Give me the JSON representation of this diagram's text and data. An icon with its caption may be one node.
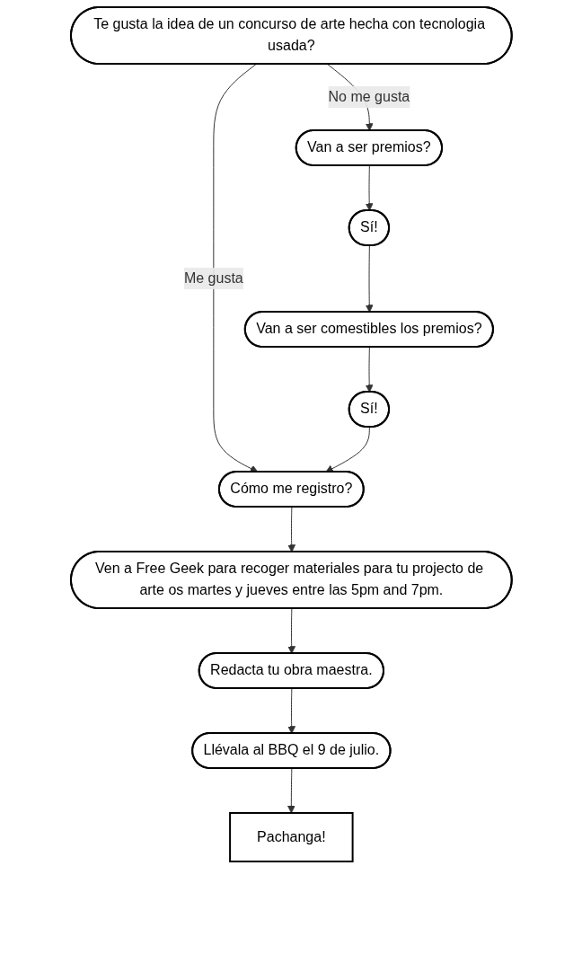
{
  "diagram": {
    "nodes": [
      {
        "text": [
          "Te gusta la idea de un concurso de arte hecha con tecnologia usada?"
        ]
      },
      {
        "text": [
          "Van a ser premios?"
        ]
      },
      {
        "text": [
          "Sí!"
        ]
      },
      {
        "text": [
          "Van a ser comestibles los premios?"
        ]
      },
      {
        "text": [
          "Sí!"
        ]
      },
      {
        "text": [
          "Cómo me registro?"
        ]
      },
      {
        "text": [
          "Ven a Free Geek para recoger materiales para tu projecto de arte os martes y jueves entre las 5pm and 7pm."
        ]
      },
      {
        "text": [
          "Redacta tu obra maestra."
        ]
      },
      {
        "text": [
          "Llévala al BBQ el 9 de julio."
        ]
      },
      {
        "text": [
          "Pachanga!"
        ]
      }
    ],
    "edges": [
      {
        "from": 0,
        "to": 1,
        "arrow": "to",
        "label": "No me gusta"
      },
      {
        "from": 0,
        "to": 5,
        "arrow": "to",
        "label": "Me gusta"
      },
      {
        "from": 1,
        "to": 2,
        "arrow": "to"
      },
      {
        "from": 2,
        "to": 3,
        "arrow": "to"
      },
      {
        "from": 3,
        "to": 4,
        "arrow": "to"
      },
      {
        "from": 4,
        "to": 5,
        "arrow": "to"
      },
      {
        "from": 5,
        "to": 6,
        "arrow": "to"
      },
      {
        "from": 6,
        "to": 7,
        "arrow": "to"
      },
      {
        "from": 7,
        "to": 8,
        "arrow": "to"
      },
      {
        "from": 8,
        "to": 9,
        "arrow": "to"
      }
    ]
  }
}
